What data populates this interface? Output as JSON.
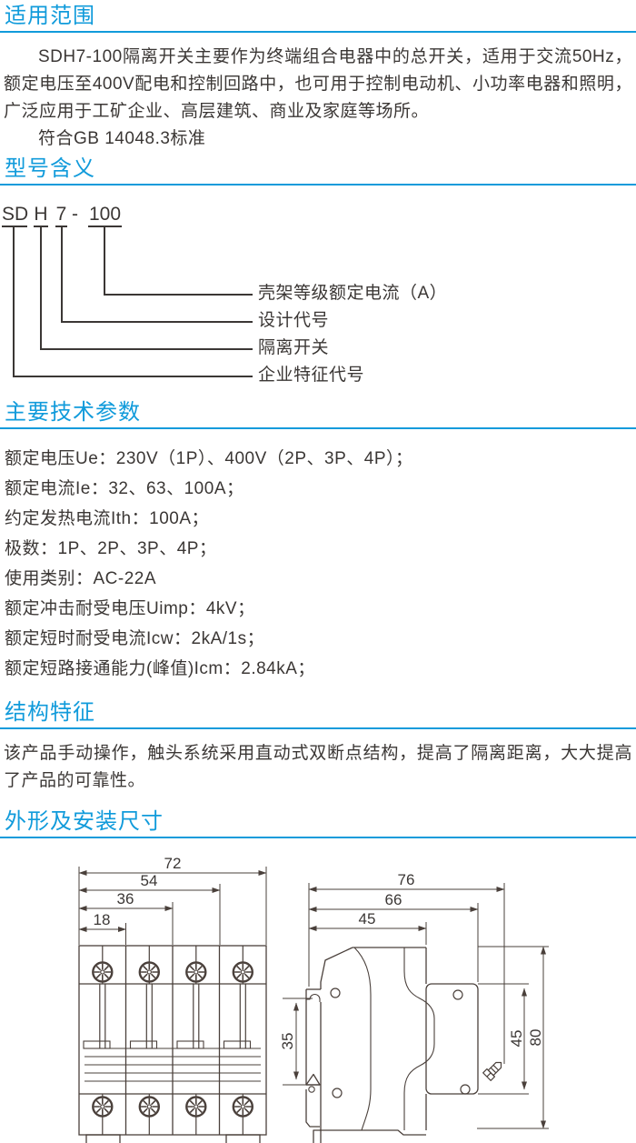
{
  "page": {
    "accent_color": "#119bdb",
    "text_color": "#3b3735",
    "drawing_line_color": "#4a403b"
  },
  "sections": {
    "scope": {
      "title": "适用范围",
      "paragraph1": "SDH7-100隔离开关主要作为终端组合电器中的总开关，适用于交流50Hz，额定电压至400V配电和控制回路中，也可用于控制电动机、小功率电器和照明，广泛应用于工矿企业、高层建筑、商业及家庭等场所。",
      "paragraph2": "符合GB 14048.3标准"
    },
    "model": {
      "title": "型号含义",
      "code_parts": [
        "SD",
        "H",
        "7",
        "-",
        "100"
      ],
      "labels": [
        "壳架等级额定电流（A）",
        "设计代号",
        "隔离开关",
        "企业特征代号"
      ]
    },
    "params": {
      "title": "主要技术参数",
      "items": [
        "额定电压Ue：230V（1P）、400V（2P、3P、4P）；",
        "额定电流Ie：32、63、100A；",
        "约定发热电流Ith：100A；",
        "极数：1P、2P、3P、4P；",
        "使用类别：AC-22A",
        "额定冲击耐受电压Uimp：4kV；",
        "额定短时耐受电流Icw：2kA/1s；",
        "额定短路接通能力(峰值)Icm：2.84kA；"
      ]
    },
    "structure": {
      "title": "结构特征",
      "paragraph": "该产品手动操作，触头系统采用直动式双断点结构，提高了隔离距离，大大提高了产品的可靠性。"
    },
    "dimensions": {
      "title": "外形及安装尺寸",
      "front_view": {
        "width_dims": [
          "72",
          "54",
          "36",
          "18"
        ]
      },
      "side_view": {
        "width_dims": [
          "76",
          "66",
          "45"
        ],
        "height_dims": [
          "45",
          "80",
          "35"
        ]
      }
    }
  }
}
